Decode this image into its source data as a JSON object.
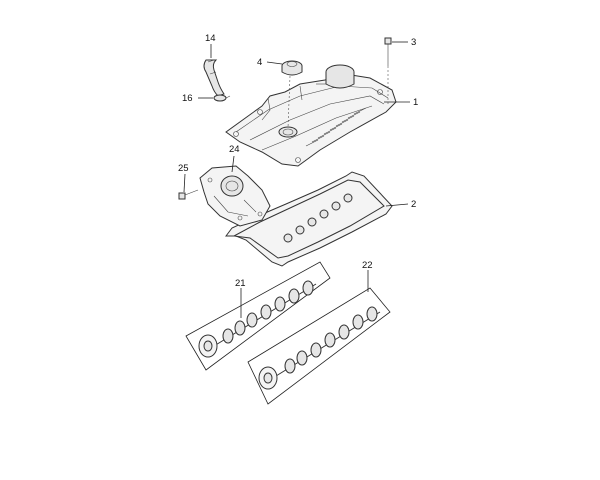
{
  "labels": {
    "cover": "1",
    "gasket": "2",
    "bolt": "3",
    "cap": "4",
    "hose": "14",
    "clamp": "16",
    "camshaft_a": "21",
    "camshaft_b": "22",
    "housing": "24",
    "housing_bolt": "25"
  }
}
